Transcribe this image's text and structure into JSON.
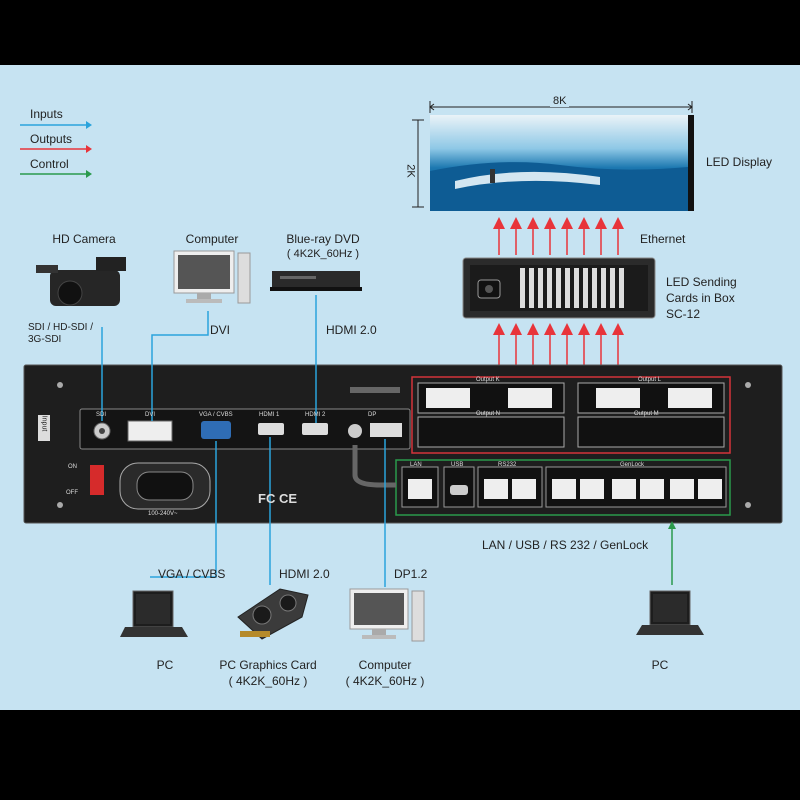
{
  "legend": {
    "inputs": "Inputs",
    "outputs": "Outputs",
    "control": "Control",
    "colors": {
      "inputs": "#2aa3dc",
      "outputs": "#e8343a",
      "control": "#2a9a4c"
    }
  },
  "display": {
    "width_label": "8K",
    "height_label": "2K",
    "name": "LED  Display",
    "link": "Ethernet"
  },
  "sending_cards": {
    "line1": "LED Sending",
    "line2": "Cards in Box",
    "line3": "SC-12"
  },
  "sources_top": {
    "camera": {
      "name": "HD Camera",
      "signal": [
        "SDI / HD-SDI /",
        "3G-SDI"
      ]
    },
    "computer": {
      "name": "Computer",
      "signal": "DVI"
    },
    "bluray": {
      "name": "Blue-ray DVD",
      "spec": "( 4K2K_60Hz )",
      "signal": "HDMI 2.0"
    }
  },
  "device": {
    "ports": [
      "SDI",
      "DVI",
      "VGA / CVBS",
      "HDMI 1",
      "HDMI 2",
      "DP"
    ],
    "outputs": [
      "Output  K",
      "Output  L",
      "Output  N",
      "Output  M"
    ],
    "control_ports": [
      "LAN",
      "USB",
      "RS232",
      "GenLock"
    ],
    "side_label": "Input",
    "power_on": "ON",
    "power_off": "OFF",
    "power_rating": "100-240V~",
    "certs": "FC CE"
  },
  "sources_bottom": {
    "pc": {
      "name": "PC",
      "signal": "VGA / CVBS"
    },
    "gpu": {
      "name": "PC Graphics Card",
      "spec": "( 4K2K_60Hz )",
      "signal": "HDMI 2.0"
    },
    "computer": {
      "name": "Computer",
      "spec": "( 4K2K_60Hz )",
      "signal": "DP1.2"
    },
    "control_pc": {
      "name": "PC",
      "signal": "LAN / USB / RS 232 / GenLock"
    }
  }
}
